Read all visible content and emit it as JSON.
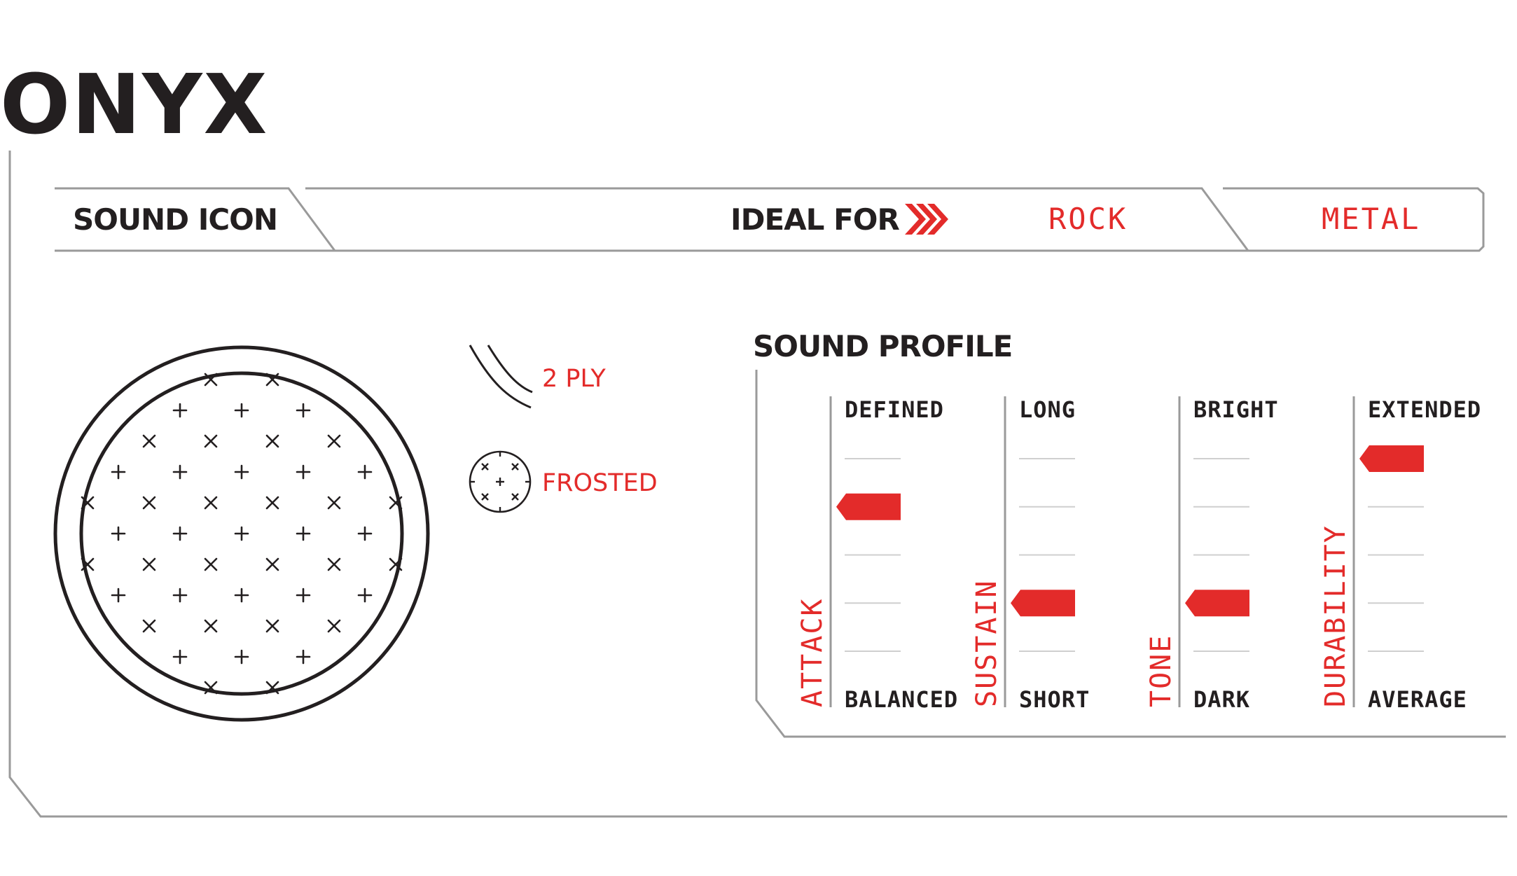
{
  "brand": {
    "name": "ONYX"
  },
  "header": {
    "sound_icon_label": "SOUND ICON",
    "ideal_for_label": "IDEAL FOR",
    "genres": [
      "ROCK",
      "METAL"
    ]
  },
  "properties": [
    {
      "label": "2 PLY",
      "icon": "two-ply-icon"
    },
    {
      "label": "FROSTED",
      "icon": "frosted-icon"
    }
  ],
  "sound_profile": {
    "title": "SOUND PROFILE",
    "scale_steps": 6,
    "metrics": [
      {
        "name": "ATTACK",
        "top_label": "DEFINED",
        "bottom_label": "BALANCED",
        "level": 3
      },
      {
        "name": "SUSTAIN",
        "top_label": "LONG",
        "bottom_label": "SHORT",
        "level": 1
      },
      {
        "name": "TONE",
        "top_label": "BRIGHT",
        "bottom_label": "DARK",
        "level": 1
      },
      {
        "name": "DURABILITY",
        "top_label": "EXTENDED",
        "bottom_label": "AVERAGE",
        "level": 4
      }
    ]
  },
  "colors": {
    "accent": "#e32b2a",
    "text": "#231f20",
    "frame": "#9a9a9a"
  }
}
